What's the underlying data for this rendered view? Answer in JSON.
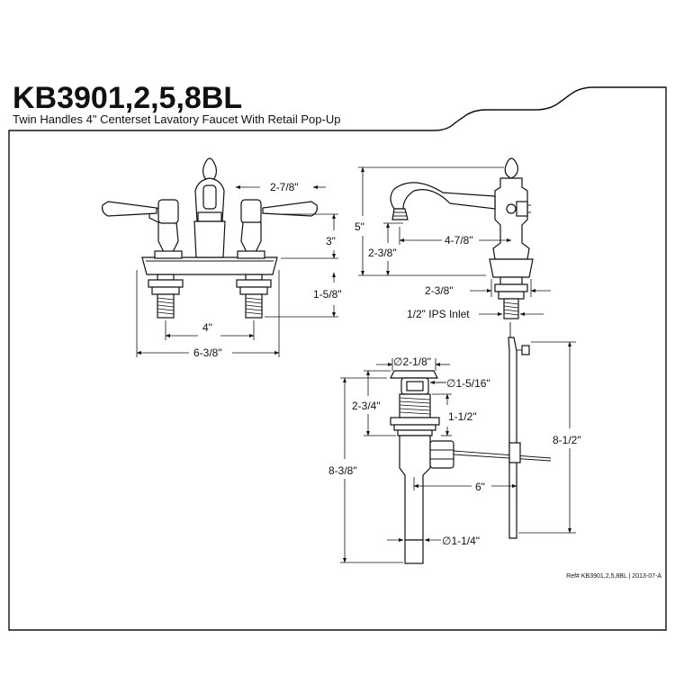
{
  "title": {
    "model": "KB3901,2,5,8BL",
    "subtitle": "Twin Handles 4\" Centerset Lavatory Faucet With Retail Pop-Up"
  },
  "front_view": {
    "dims": {
      "handle_span": "2-7/8\"",
      "height": "3\"",
      "shank_length": "1-5/8\"",
      "center": "4\"",
      "width": "6-3/8\""
    }
  },
  "side_view": {
    "dims": {
      "total_height": "5\"",
      "spout_height": "2-3/8\"",
      "spout_reach": "4-7/8\"",
      "base_diameter": "2-3/8\"",
      "inlet": "1/2\" IPS Inlet"
    }
  },
  "popup_view": {
    "dims": {
      "flange_dia": "∅2-1/8\"",
      "body_dia": "∅1-5/16\"",
      "upper_height": "2-3/4\"",
      "thread_height": "1-1/2\"",
      "total_length": "8-3/8\"",
      "rod_length": "8-1/2\"",
      "lift_offset": "6\"",
      "tail_dia": "∅1-1/4\""
    }
  },
  "reference": "Ref# KB3901,2,5,8BL | 2013-07-A"
}
